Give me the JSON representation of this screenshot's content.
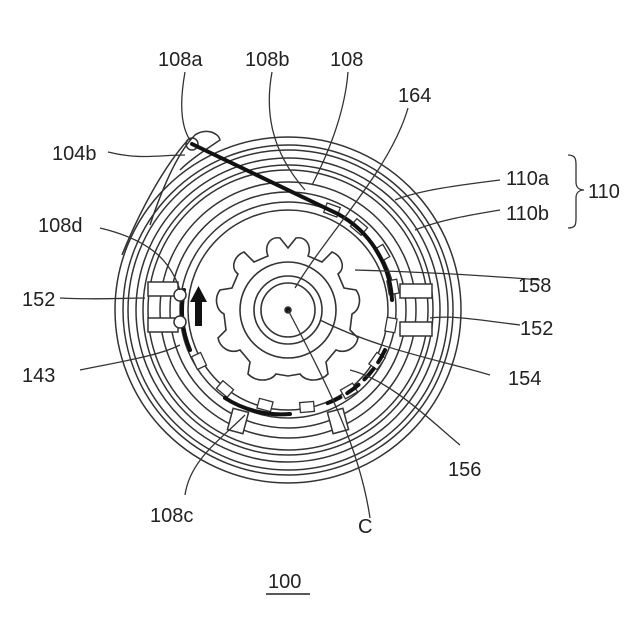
{
  "figure_id": "100",
  "labels": {
    "l108a": "108a",
    "l108b": "108b",
    "l108": "108",
    "l164": "164",
    "l104b": "104b",
    "l110a": "110a",
    "l110b": "110b",
    "l110": "110",
    "l108d": "108d",
    "l158": "158",
    "l152_left": "152",
    "l152_right": "152",
    "l154": "154",
    "l143": "143",
    "l156": "156",
    "l108c": "108c",
    "lC": "C"
  }
}
